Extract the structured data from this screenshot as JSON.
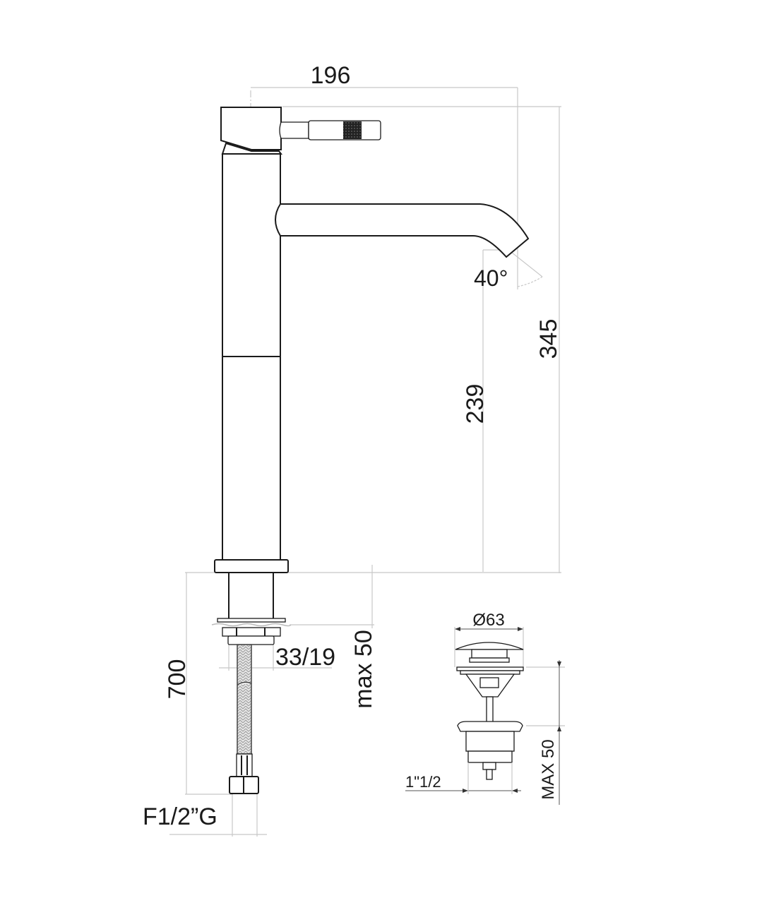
{
  "title": "Tall basin mixer - technical drawing",
  "dimensions": {
    "overall_width": "196",
    "spout_angle": "40°",
    "spout_height": "239",
    "overall_height": "345",
    "hose_length": "700",
    "shank": "33/19",
    "deck_thickness": "max 50",
    "hose_connection": "F1/2”G"
  },
  "waste": {
    "diameter": "Ø63",
    "thread": "1\"1/2",
    "max_thickness": "MAX 50"
  },
  "colors": {
    "line": "#1a1a1a",
    "dimension_line": "#c8c8c8",
    "background": "#ffffff"
  }
}
